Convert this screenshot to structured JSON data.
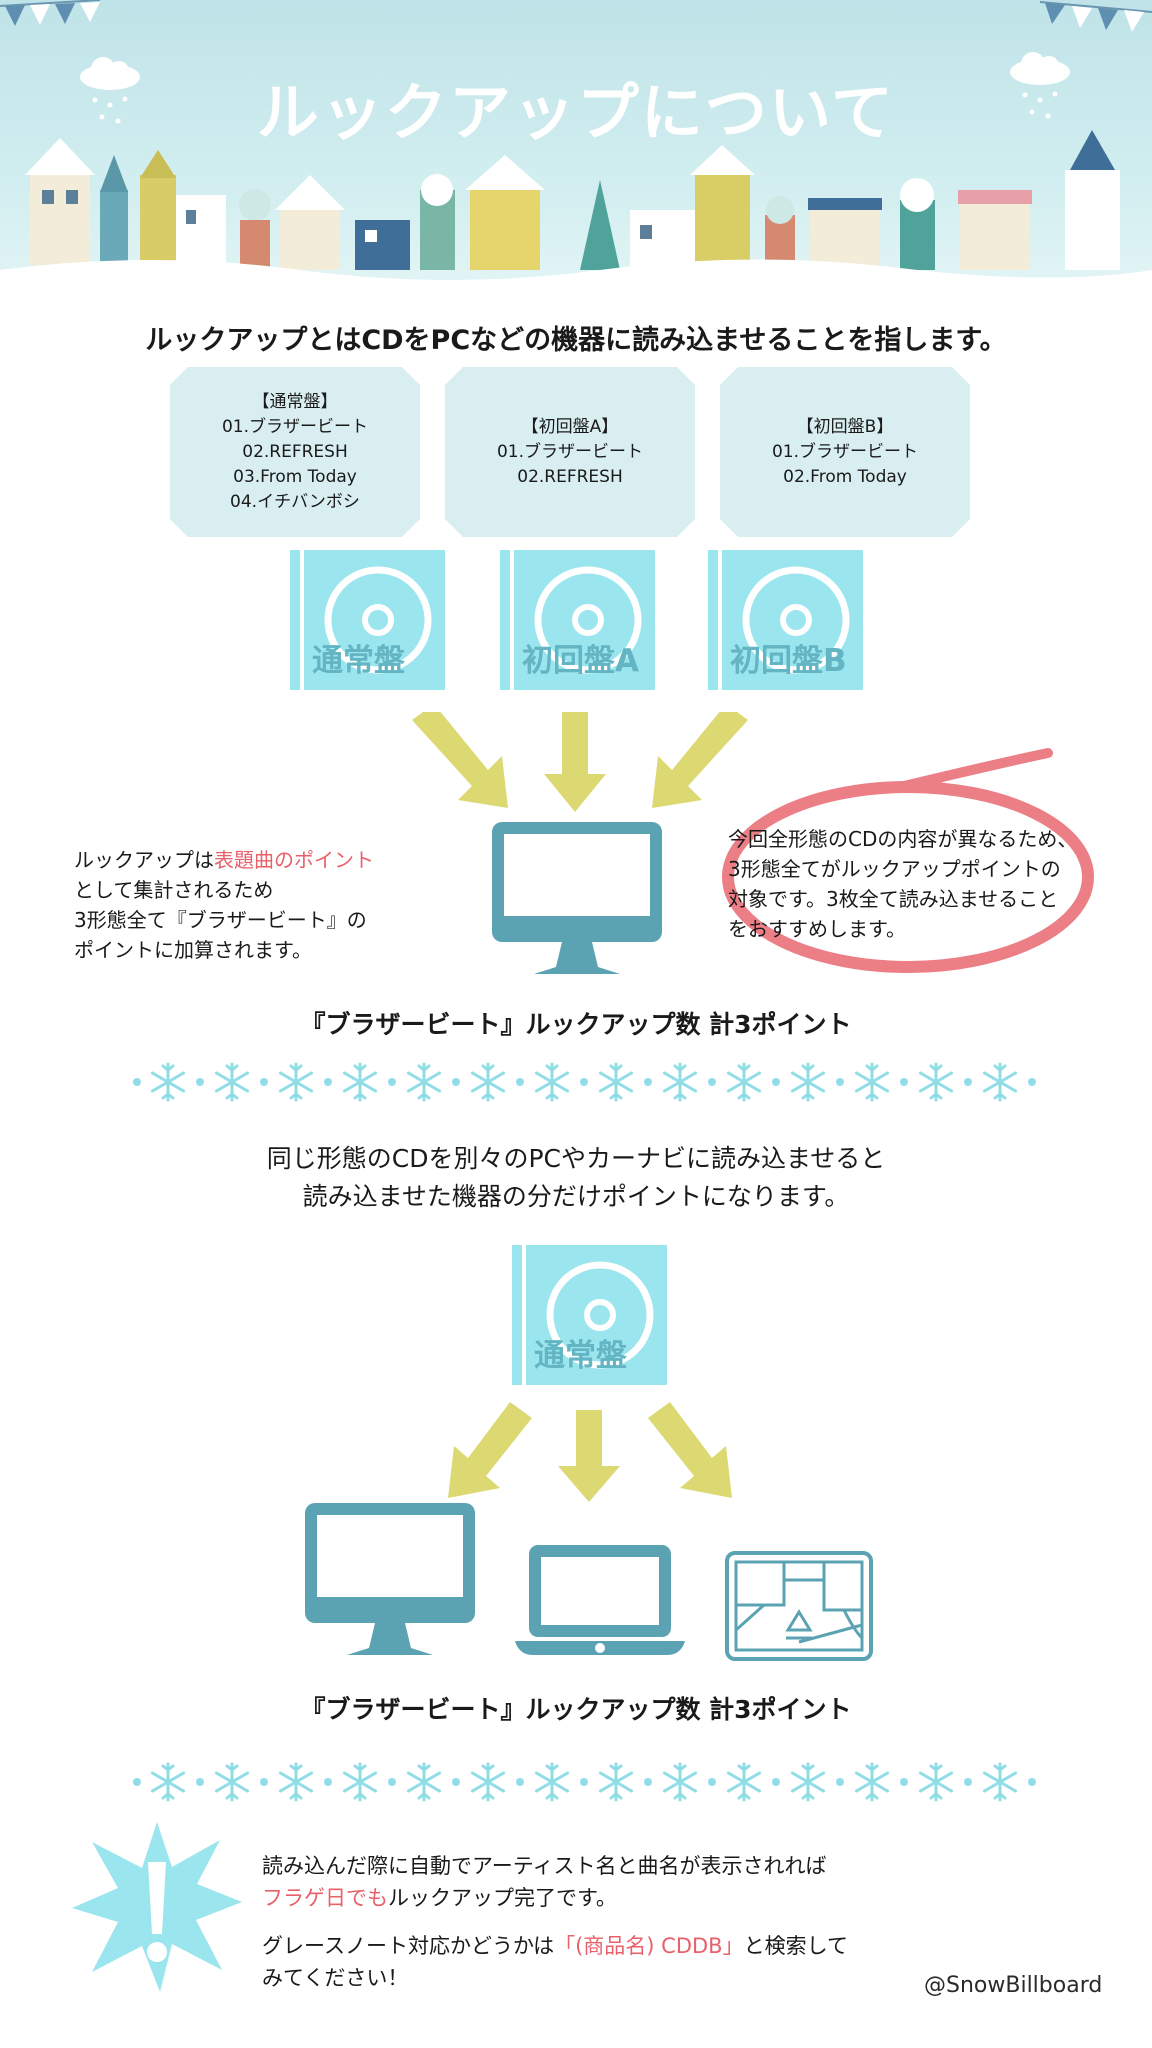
{
  "header": {
    "title": "ルックアップについて"
  },
  "lead": "ルックアップとはCDをPCなどの機器に読み込ませることを指します。",
  "editions": [
    {
      "name": "【通常盤】",
      "tracks": [
        "01.ブラザービート",
        "02.REFRESH",
        "03.From Today",
        "04.イチバンボシ"
      ],
      "cd_label": "通常盤"
    },
    {
      "name": "【初回盤A】",
      "tracks": [
        "01.ブラザービート",
        "02.REFRESH"
      ],
      "cd_label": "初回盤A"
    },
    {
      "name": "【初回盤B】",
      "tracks": [
        "01.ブラザービート",
        "02.From Today"
      ],
      "cd_label": "初回盤B"
    }
  ],
  "note_left": {
    "part1": "ルックアップは",
    "highlight": "表題曲のポイント",
    "part2": "として集計されるため",
    "line3": "3形態全て『ブラザービート』の",
    "line4": "ポイントに加算されます。"
  },
  "note_right": "今回全形態のCDの内容が異なるため、3形態全てがルックアップポイントの対象です。3枚全て読み込ませることをおすすめします。",
  "total_1": "『ブラザービート』ルックアップ数 計3ポイント",
  "explain": {
    "line1": "同じ形態のCDを別々のPCやカーナビに読み込ませると",
    "line2": "読み込ませた機器の分だけポイントになります。"
  },
  "single_cd_label": "通常盤",
  "total_2": "『ブラザービート』ルックアップ数 計3ポイント",
  "bottom": {
    "line1": "読み込んだ際に自動でアーティスト名と曲名が表示されれば",
    "highlight1": "フラゲ日でも",
    "line2_rest": "ルックアップ完了です。",
    "line3_a": "グレースノート対応かどうかは",
    "highlight2": "「(商品名) CDDB」",
    "line3_b": "と検索して",
    "line4": "みてください！"
  },
  "credit": "@SnowBillboard",
  "colors": {
    "teal": "#5ba3b2",
    "cd": "#9be5ee",
    "arrow": "#dcd872",
    "accent": "#e8606a",
    "snow": "#8fdde6"
  }
}
